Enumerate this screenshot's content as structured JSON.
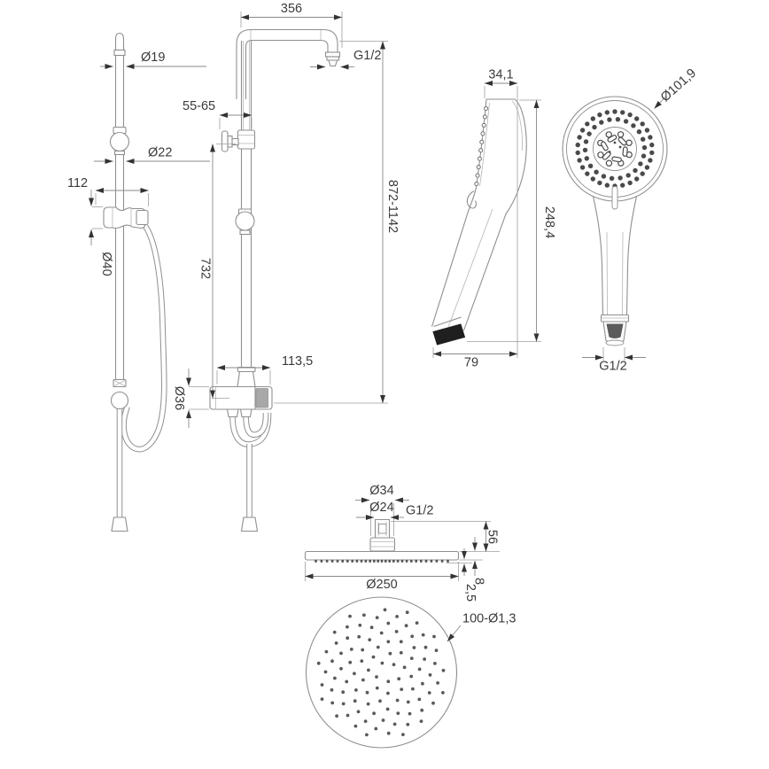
{
  "page": {
    "title": "Shower set technical drawing"
  },
  "drawing": {
    "background": "#ffffff",
    "line_color": "#8f8f8f",
    "text_color": "#3a3a3a",
    "nozzle_color": "#4d4d4d",
    "views": {
      "slide_bar": {
        "dims": {
          "top_diameter": "Ø19",
          "tube_diameter": "Ø22",
          "bracket_width": "112",
          "bracket_diameter": "Ø40"
        }
      },
      "column": {
        "dims": {
          "arm_reach": "356",
          "arm_thread": "G1/2",
          "wall_distance": "55-65",
          "overall_height": "872-1142",
          "rail_height": "732",
          "body_offset": "113,5",
          "body_diameter": "Ø36"
        }
      },
      "hand_shower_side": {
        "dims": {
          "head_depth": "34,1",
          "total_length": "248,4",
          "handle_reach": "79"
        }
      },
      "hand_shower_front": {
        "dims": {
          "head_diameter": "Ø101,9",
          "thread": "G1/2"
        }
      },
      "head_shower_side": {
        "dims": {
          "collar_diameter": "Ø34",
          "stem_diameter": "Ø24",
          "thread": "G1/2",
          "mount_height": "56",
          "head_diameter": "Ø250",
          "rim_height": "8",
          "lip_height": "2,5"
        }
      },
      "head_shower_face": {
        "dims": {
          "nozzle_spec": "100-Ø1,3"
        }
      }
    }
  }
}
